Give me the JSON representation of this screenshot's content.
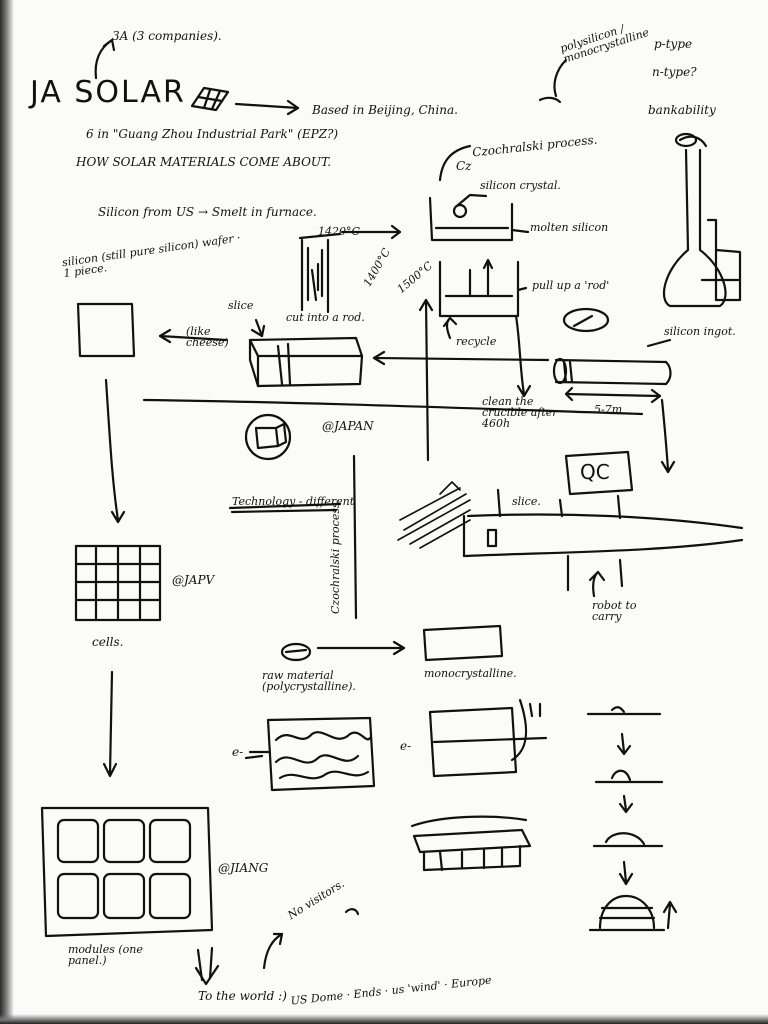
{
  "notes": {
    "title": "JA SOLAR",
    "ja_note": "3A (3 companies).",
    "based_in": "Based in Beijing, China.",
    "park": "6 in \"Guang Zhou Industrial Park\" (EPZ?)",
    "how": "HOW SOLAR MATERIALS COME ABOUT.",
    "poly_mono": "polysilicon / monocrystalline",
    "p_type": "p-type",
    "n_type": "n-type?",
    "bankability": "bankability",
    "czochralski": "Czochralski process.",
    "cz": "Cz",
    "silicon_crystal": "silicon crystal.",
    "silicon_us": "Silicon from US → Smelt in furnace.",
    "molten": "molten silicon",
    "wafer": "silicon (still pure silicon) wafer · 1 piece.",
    "slice": "slice",
    "like_cheese": "(like cheese)",
    "temp1": "1420°C",
    "temp2": "1400°C",
    "temp3": "1500°C",
    "cut_into": "cut into a rod.",
    "pull_up": "pull up a 'rod'",
    "recycle": "recycle",
    "ingot": "silicon ingot.",
    "length": "5-7m",
    "clean": "clean the crucible after 460h",
    "at_japan": "@JAPAN",
    "qc": "QC",
    "slice2": "slice.",
    "cz_process": "Czochralski process.",
    "technology": "Technology - different",
    "robot": "robot to carry",
    "at_jappv": "@JAPV",
    "cells": "cells.",
    "raw": "raw material (polycrystalline).",
    "mono": "monocrystalline.",
    "e_left": "e-",
    "e_right": "e-",
    "at_jiang": "@JIANG",
    "modules": "modules (one panel.)",
    "no_visitors": "No visitors.",
    "to_world": "To the world :)",
    "us_end": "US Dome · Ends · us 'wind' · Europe"
  }
}
